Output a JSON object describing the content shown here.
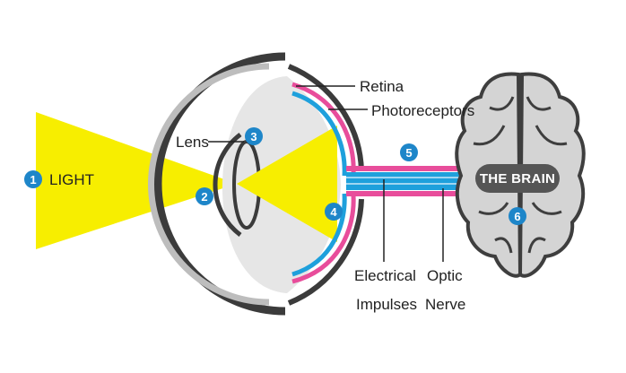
{
  "labels": {
    "light": "LIGHT",
    "lens": "Lens",
    "retina": "Retina",
    "photoreceptors": "Photoreceptors",
    "electrical_line1": "Electrical",
    "electrical_line2": "Impulses",
    "optic_line1": "Optic",
    "optic_line2": "Nerve",
    "brain": "THE BRAIN"
  },
  "markers": [
    "1",
    "2",
    "3",
    "4",
    "5",
    "6"
  ],
  "colors": {
    "light_beam": "#f7ee00",
    "marker": "#1e86c9",
    "retina": "#e84d9b",
    "photoreceptor": "#1ea0dc",
    "eye_outer": "#3b3b3b",
    "eye_fill": "#e6e6e6",
    "brain_fill": "#d4d4d4",
    "brain_outline": "#3e3e3e",
    "brain_badge": "#555555"
  }
}
